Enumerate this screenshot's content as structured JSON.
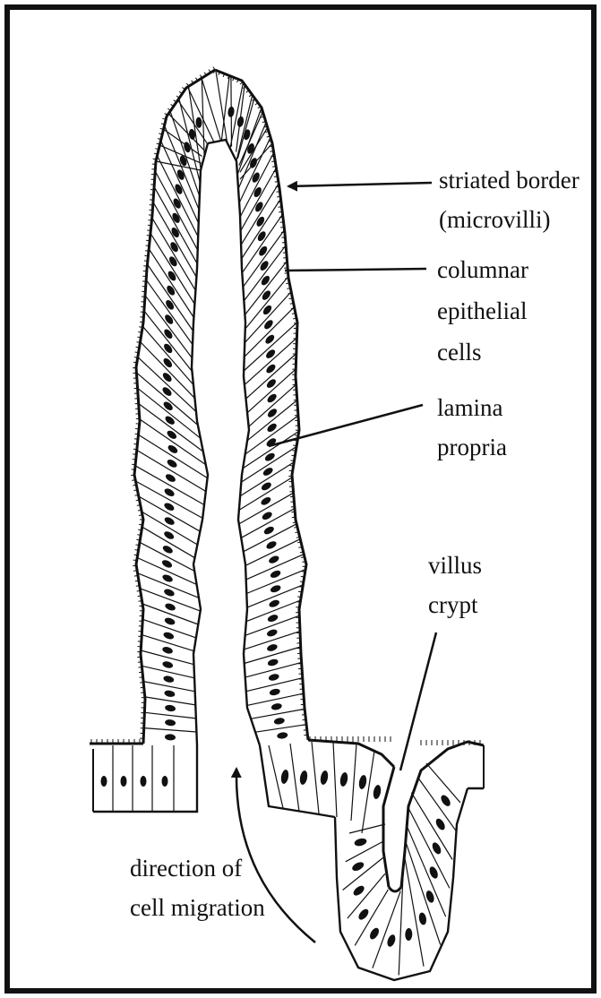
{
  "labels": {
    "striated_border": [
      "striated border",
      "(microvilli)"
    ],
    "columnar_cells": [
      "columnar",
      "epithelial",
      "cells"
    ],
    "lamina_propria": [
      "lamina",
      "propria"
    ],
    "villus_crypt": [
      "villus",
      "crypt"
    ],
    "cell_migration": [
      "direction of",
      "cell migration"
    ]
  },
  "colors": {
    "ink": "#111111",
    "background": "#ffffff"
  }
}
